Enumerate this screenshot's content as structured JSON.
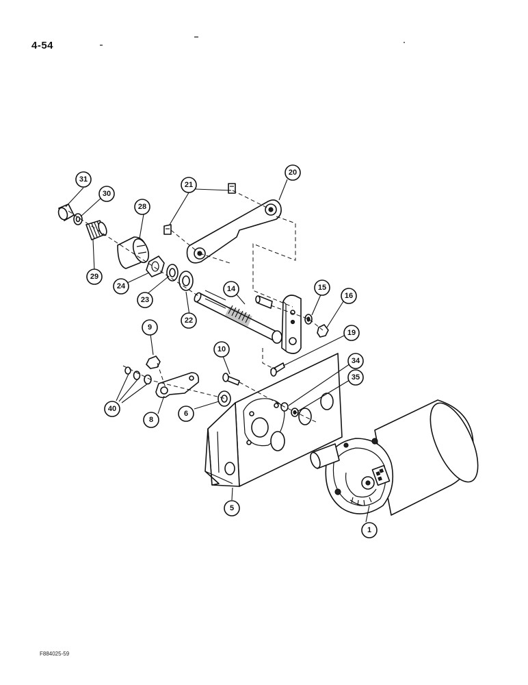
{
  "page": {
    "number": "4-54",
    "figure_code": "F884025-59"
  },
  "callouts": {
    "c1": "1",
    "c5": "5",
    "c6": "6",
    "c8": "8",
    "c9": "9",
    "c10": "10",
    "c14": "14",
    "c15": "15",
    "c16": "16",
    "c19": "19",
    "c20": "20",
    "c21": "21",
    "c22": "22",
    "c23": "23",
    "c24": "24",
    "c28": "28",
    "c29": "29",
    "c30": "30",
    "c31": "31",
    "c34": "34",
    "c35": "35",
    "c40": "40"
  }
}
